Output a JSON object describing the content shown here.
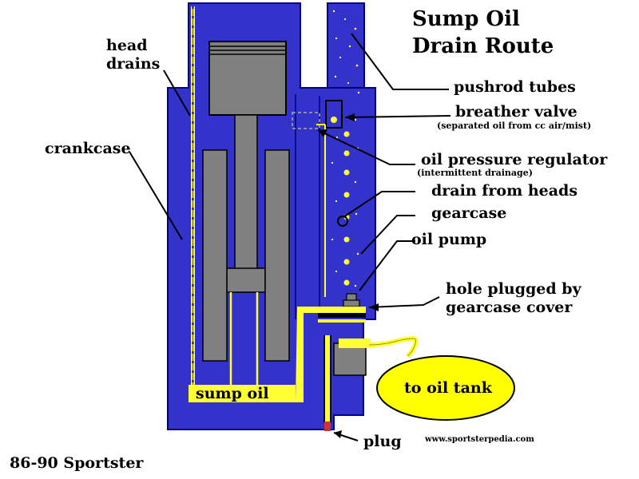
{
  "title": {
    "line1": "Sump Oil",
    "line2": "Drain Route"
  },
  "labels": {
    "head_drains": "head\ndrains",
    "crankcase": "crankcase",
    "pushrod_tubes": "pushrod tubes",
    "breather_valve": "breather valve",
    "breather_note": "(separated oil from cc air/mist)",
    "oil_pressure_regulator": "oil pressure regulator",
    "regulator_note": "(intermittent drainage)",
    "drain_from_heads": "drain from heads",
    "gearcase": "gearcase",
    "oil_pump": "oil pump",
    "hole_plugged": "hole plugged by\ngearcase cover",
    "sump_oil": "sump oil",
    "to_oil_tank": "to oil tank",
    "plug": "plug",
    "website": "www.sportsterpedia.com",
    "model": "86-90 Sportster"
  },
  "colors": {
    "engine_blue": "#3333cc",
    "engine_outline": "#000080",
    "oil_yellow": "#ffff33",
    "part_gray": "#808080",
    "oil_tank_yellow": "#ffff00"
  }
}
